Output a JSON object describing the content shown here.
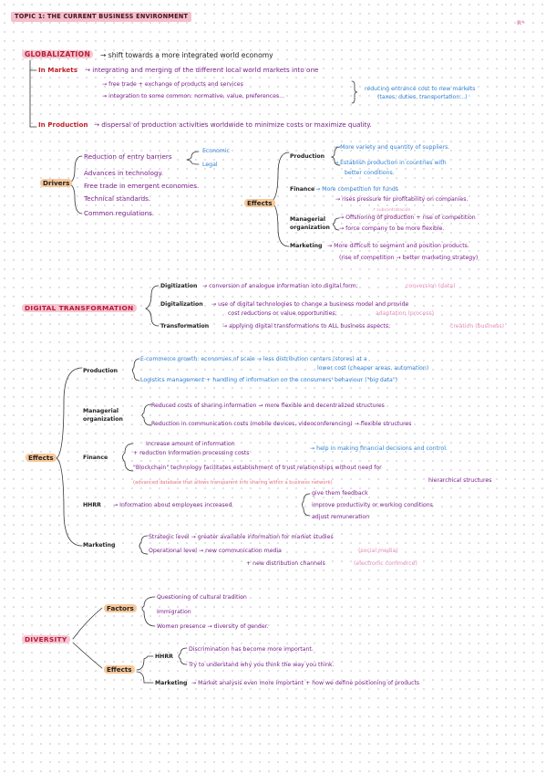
{
  "page": {
    "topic_tag": "TOPIC 1: THE CURRENT BUSINESS ENVIRONMENT",
    "corner_mark": "R*"
  },
  "globalization": {
    "title": "GLOBALIZATION",
    "definition": "→ shift towards a more integrated world economy",
    "in_markets": {
      "label": "In Markets",
      "text": "→ integrating and merging of the different local world markets into one",
      "sub1": "→ free trade + exchange of products and services",
      "sub2": "→ integration to some common: normative, value, preferences...",
      "brace_note_1": "reducing entrance cost to new markets",
      "brace_note_2": "(taxes, duties, transportation...)"
    },
    "in_production": {
      "label": "In Production",
      "text": "→ dispersal of production activities worldwide to minimize costs or maximize quality."
    },
    "drivers": {
      "label": "Drivers",
      "items": [
        "Reduction of entry barriers",
        "Advances in technology.",
        "Free trade in emergent economies.",
        "Technical standards.",
        "Common regulations."
      ],
      "barrier_types": [
        "Economic",
        "Legal"
      ]
    },
    "effects": {
      "label": "Effects",
      "production_label": "Production",
      "production_1": "→ More variety and quantity of suppliers.",
      "production_2": "→ Establish production in countries with",
      "production_3": "better conditions.",
      "finance_label": "Finance",
      "finance_1": "→ More competition for funds",
      "finance_2": "→ rises pressure for profitability on companies.",
      "managerial_label_1": "Managerial",
      "managerial_label_2": "organization",
      "subcontratacion": "↗ subcontratación",
      "managerial_1": "→ Offshoring of production + rise of competition",
      "managerial_2": "→ force company to be more flexible.",
      "marketing_label": "Marketing",
      "marketing_1": "→ More difficult to segment and position products.",
      "marketing_2": "(rise of competition → better marketing strategy)"
    }
  },
  "digital": {
    "title": "DIGITAL TRANSFORMATION",
    "digitization_label": "Digitization",
    "digitization_text": "→ conversion of analogue information into digital form;",
    "digitization_note": "conversion (data)",
    "digitalization_label": "Digitalization",
    "digitalization_text": "→ use of digital technologies to change a business model and provide",
    "digitalization_text2": "cost reductions or value opportunities;",
    "digitalization_note": "adaptation (process)",
    "transformation_label": "Transformation",
    "transformation_text": "→ applying digital transformations to ALL business aspects;",
    "transformation_note": "creation (business)",
    "effects": {
      "label": "Effects",
      "production_label": "Production",
      "production_1": "E-commerce growth: economies of scale → less distribution centers (stores) at a",
      "production_2": "lower cost (cheaper areas, automation)",
      "production_3": "Logistics management + handling of information on the consumers' behaviour (\"big data\")",
      "managerial_label_1": "Managerial",
      "managerial_label_2": "organization",
      "managerial_1": "Reduced costs of sharing information → more flexible and decentralized structures",
      "managerial_2": "Reduction in communication costs (mobile devices, videoconferencing) → flexible structures",
      "finance_label": "Finance",
      "finance_1": "Increase amount of information",
      "finance_2": "+ reduction information processing costs",
      "finance_3": "→ help in making financial decisions and control.",
      "finance_4": "\"Blockchain\" technology facilitates establishment of trust relationships without need for",
      "finance_5": "(advanced database that allows transparent info sharing within a business network)",
      "finance_6": "hierarchical structures",
      "hhrr_label": "HHRR",
      "hhrr_text": "→ Information about employees increased",
      "hhrr_1": "give them feedback",
      "hhrr_2": "improve productivity or working conditions",
      "hhrr_3": "adjust remuneration",
      "marketing_label": "Marketing",
      "marketing_1": "Strategic level → greater available information for market studies",
      "marketing_2": "Operational level → new communication media",
      "marketing_2_note": "(social media)",
      "marketing_3": "+ new distribution channels",
      "marketing_3_note": "(electronic commerce)"
    }
  },
  "diversity": {
    "title": "DIVERSITY",
    "factors_label": "Factors",
    "factors": [
      "Questioning of cultural tradition",
      "Immigration",
      "Women presence → diversity of gender."
    ],
    "effects_label": "Effects",
    "hhrr_label": "HHRR",
    "hhrr_1": "Discrimination has become more important.",
    "hhrr_2": "Try to understand why you think the way you think.",
    "marketing_label": "Marketing",
    "marketing_text": "→ Market analysis even more important + how we define positioning of products"
  }
}
